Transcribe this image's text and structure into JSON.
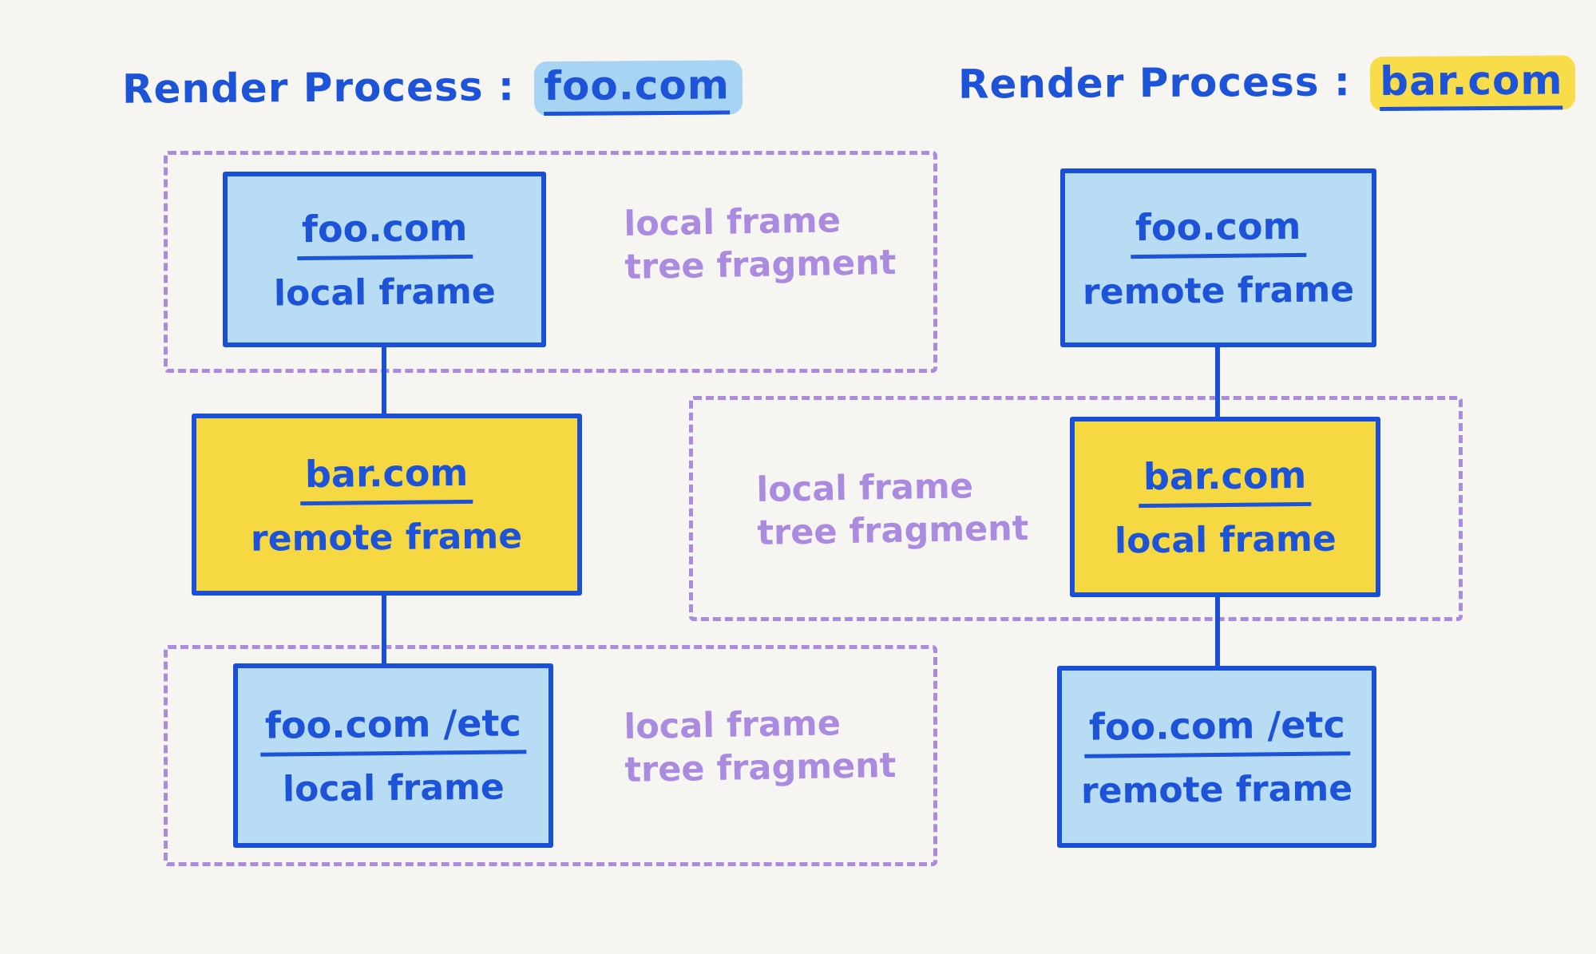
{
  "colors": {
    "background": "#f7f5f2",
    "blue_fill": "#b7dcf4",
    "yellow_fill": "#f6d843",
    "border_blue": "#1a50d8",
    "text_blue": "#1d53d8",
    "purple": "#ab8be0",
    "highlight_blue": "#a6d4f2",
    "highlight_yellow": "#f8dc49"
  },
  "titles": {
    "left": {
      "prefix": "Render Process :",
      "domain": "foo.com"
    },
    "right": {
      "prefix": "Render Process :",
      "domain": "bar.com"
    }
  },
  "fragment_label": {
    "line1": "local frame",
    "line2": "tree fragment"
  },
  "nodes": {
    "foo_local": {
      "domain": "foo.com",
      "type": "local frame"
    },
    "bar_remote": {
      "domain": "bar.com",
      "type": "remote frame"
    },
    "foo_etc_local": {
      "domain": "foo.com /etc",
      "type": "local frame"
    },
    "foo_remote": {
      "domain": "foo.com",
      "type": "remote frame"
    },
    "bar_local": {
      "domain": "bar.com",
      "type": "local frame"
    },
    "foo_etc_remote": {
      "domain": "foo.com /etc",
      "type": "remote frame"
    }
  }
}
